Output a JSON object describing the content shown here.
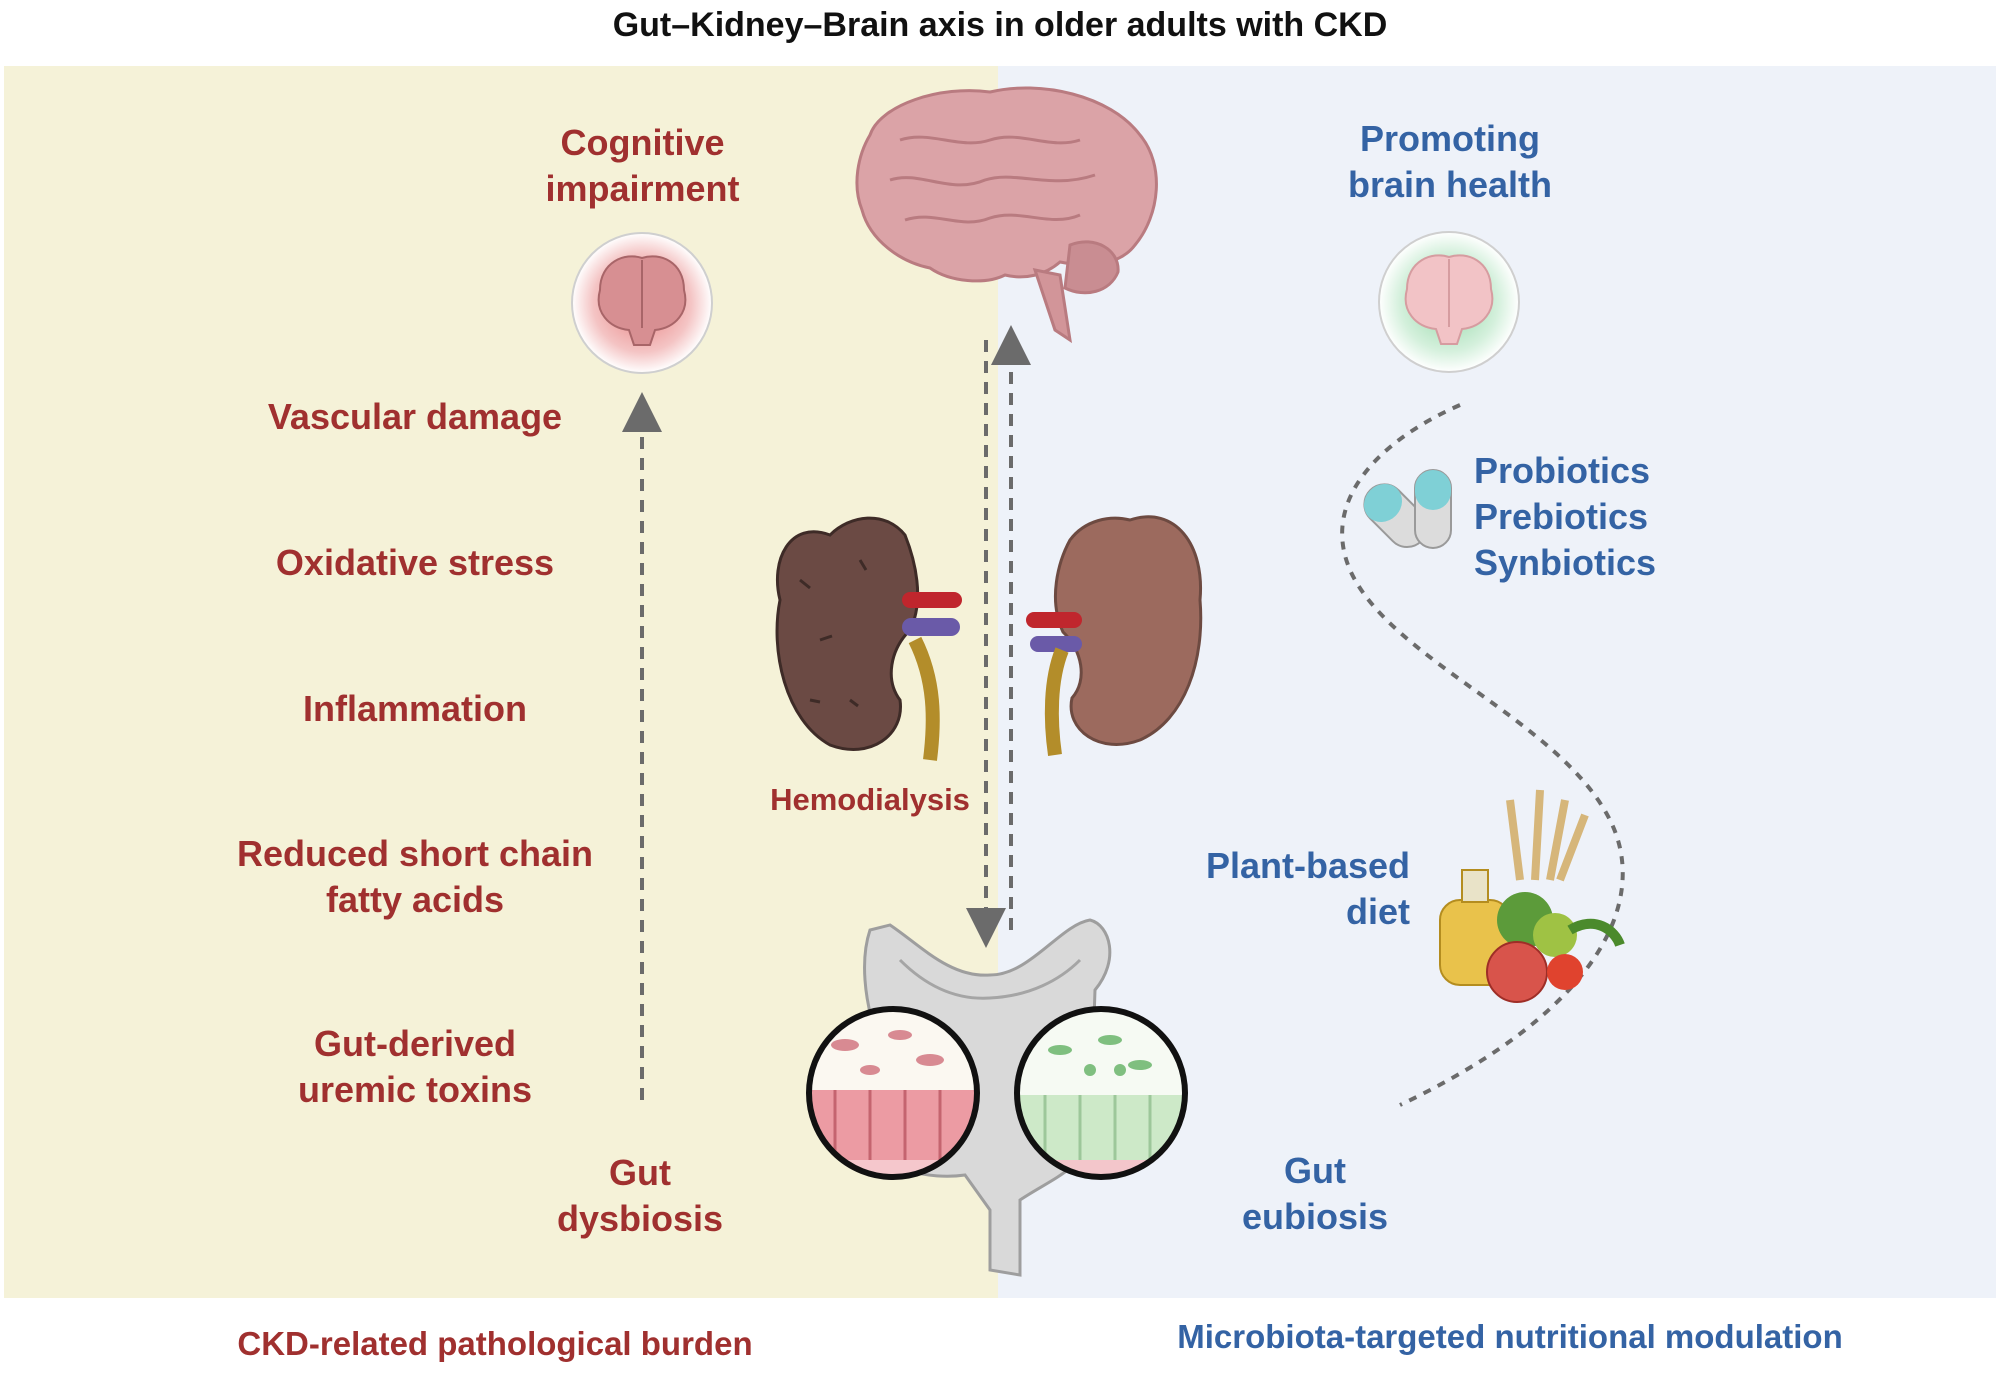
{
  "title": "Gut–Kidney–Brain axis in older adults with CKD",
  "left": {
    "cognitive": "Cognitive\nimpairment",
    "vascular": "Vascular damage",
    "oxidative": "Oxidative stress",
    "inflammation": "Inflammation",
    "scfa": "Reduced short chain\nfatty acids",
    "toxins": "Gut-derived\nuremic toxins",
    "dysbiosis": "Gut\ndysbiosis",
    "hemodialysis": "Hemodialysis",
    "footer": "CKD-related pathological burden"
  },
  "right": {
    "brain": "Promoting\nbrain health",
    "biotics": [
      "Probiotics",
      "Prebiotics",
      "Synbiotics"
    ],
    "diet": "Plant-based\ndiet",
    "eubiosis": "Gut\neubiosis",
    "footer": "Microbiota-targeted nutritional modulation"
  },
  "colors": {
    "left_bg": "#f5f2d8",
    "right_bg": "#eef2f9",
    "red_text": "#a0302f",
    "blue_text": "#3463a4"
  }
}
